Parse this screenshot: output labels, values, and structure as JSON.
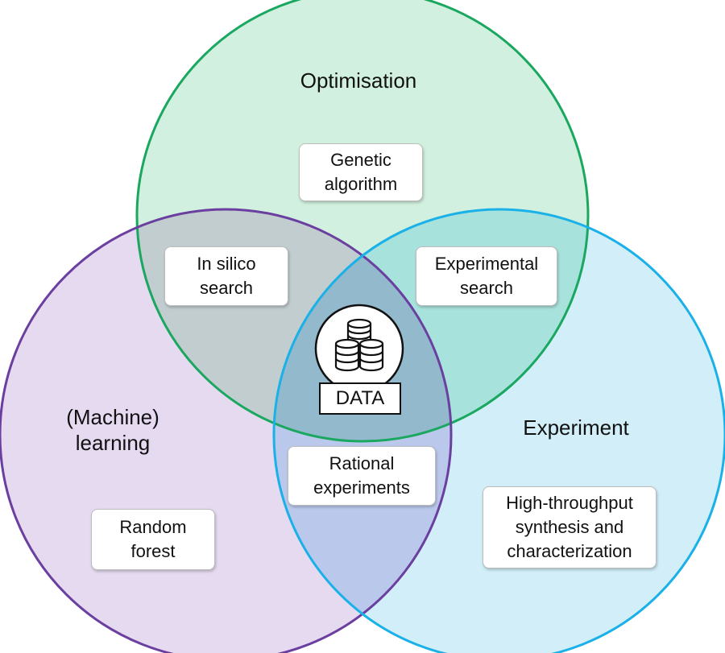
{
  "sets": {
    "optimisation": {
      "label": "Optimisation",
      "color": "#1aa760",
      "fill": "#d2f0df"
    },
    "learning": {
      "label_line1": "(Machine)",
      "label_line2": "learning",
      "color": "#6a3fa0",
      "fill": "#e6daf0"
    },
    "experiment": {
      "label": "Experiment",
      "color": "#1ab0e8",
      "fill": "#d2eef9"
    }
  },
  "boxes": {
    "genetic_algorithm": {
      "line1": "Genetic",
      "line2": "algorithm"
    },
    "in_silico_search": {
      "line1": "In silico",
      "line2": "search"
    },
    "experimental_search": {
      "line1": "Experimental",
      "line2": "search"
    },
    "rational_experiments": {
      "line1": "Rational",
      "line2": "experiments"
    },
    "random_forest": {
      "line1": "Random",
      "line2": "forest"
    },
    "high_throughput": {
      "line1": "High-throughput",
      "line2": "synthesis and",
      "line3": "characterization"
    }
  },
  "center": {
    "label": "DATA",
    "icon": "database-icon"
  }
}
